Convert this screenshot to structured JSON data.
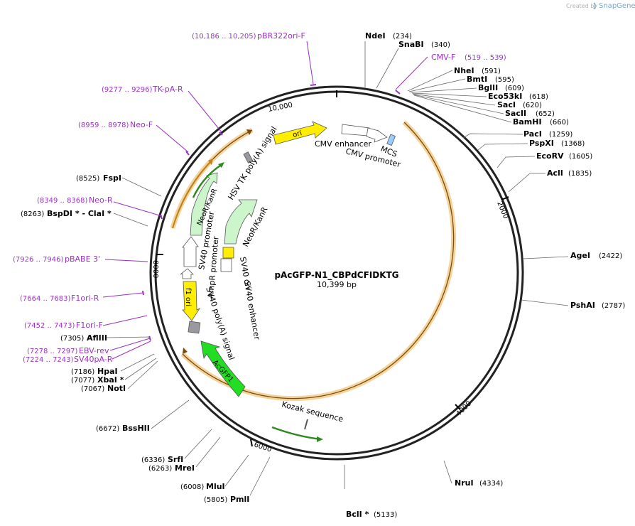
{
  "plasmid": {
    "name": "pAcGFP-N1_CBPdCFIDKTG",
    "size": "10,399 bp",
    "total_bp": 10399
  },
  "credit": {
    "text": "Created by",
    "brand": "SnapGene"
  },
  "ticks": [
    "2000",
    "4000",
    "6000",
    "8000",
    "10,000"
  ],
  "enzymes": [
    {
      "name": "NdeI",
      "pos": "(234)"
    },
    {
      "name": "SnaBI",
      "pos": "(340)"
    },
    {
      "name": "NheI",
      "pos": "(591)"
    },
    {
      "name": "BmtI",
      "pos": "(595)"
    },
    {
      "name": "BglII",
      "pos": "(609)"
    },
    {
      "name": "Eco53kI",
      "pos": "(618)"
    },
    {
      "name": "SacI",
      "pos": "(620)"
    },
    {
      "name": "SacII",
      "pos": "(652)"
    },
    {
      "name": "BamHI",
      "pos": "(660)"
    },
    {
      "name": "PacI",
      "pos": "(1259)"
    },
    {
      "name": "PspXI",
      "pos": "(1368)"
    },
    {
      "name": "EcoRV",
      "pos": "(1605)"
    },
    {
      "name": "AclI",
      "pos": "(1835)"
    },
    {
      "name": "AgeI",
      "pos": "(2422)"
    },
    {
      "name": "PshAI",
      "pos": "(2787)"
    },
    {
      "name": "NruI",
      "pos": "(4334)"
    },
    {
      "name": "BclI *",
      "pos": "(5133)"
    },
    {
      "name": "PmlI",
      "pos": "(5805)"
    },
    {
      "name": "MluI",
      "pos": "(6008)"
    },
    {
      "name": "MreI",
      "pos": "(6263)"
    },
    {
      "name": "SrfI",
      "pos": "(6336)"
    },
    {
      "name": "BssHII",
      "pos": "(6672)"
    },
    {
      "name": "NotI",
      "pos": "(7067)"
    },
    {
      "name": "XbaI *",
      "pos": "(7077)"
    },
    {
      "name": "HpaI",
      "pos": "(7186)"
    },
    {
      "name": "AflIII",
      "pos": "(7305)"
    },
    {
      "name": "BspDI * - ClaI *",
      "pos": "(8263)"
    },
    {
      "name": "FspI",
      "pos": "(8525)"
    }
  ],
  "primers": [
    {
      "name": "pBR322ori-F",
      "range": "(10,186 .. 10,205)"
    },
    {
      "name": "CMV-F",
      "range": "(519 .. 539)"
    },
    {
      "name": "TK-pA-R",
      "range": "(9277 .. 9296)"
    },
    {
      "name": "Neo-F",
      "range": "(8959 .. 8978)"
    },
    {
      "name": "Neo-R",
      "range": "(8349 .. 8368)"
    },
    {
      "name": "pBABE 3'",
      "range": "(7926 .. 7946)"
    },
    {
      "name": "F1ori-R",
      "range": "(7664 .. 7683)"
    },
    {
      "name": "F1ori-F",
      "range": "(7452 .. 7473)"
    },
    {
      "name": "EBV-rev",
      "range": "(7278 .. 7297)"
    },
    {
      "name": "SV40pA-R",
      "range": "(7224 .. 7243)"
    }
  ],
  "features": {
    "ori": "ori",
    "cmv_enhancer": "CMV enhancer",
    "cmv_promoter": "CMV promoter",
    "mcs": "MCS",
    "hsv_tk": "HSV TK poly(A) signal",
    "neo_outer": "NeoR/KanR",
    "neo_inner": "NeoR/KanR",
    "sv40_ori": "SV40 ori",
    "sv40_enhancer": "SV40 enhancer",
    "sv40_promoter": "SV40 promoter",
    "ampr_promoter": "AmpR promoter",
    "f1_ori": "f1 ori",
    "sv40_polya": "SV40 poly(A) signal",
    "acgfp1": "AcGFP1",
    "kozak": "Kozak sequence"
  },
  "colors": {
    "backbone": "#222222",
    "primer": "#9b30c8",
    "ori": "#ffee00",
    "gfp": "#22dd22",
    "neo": "#ccf5cc",
    "orf_highlight": "#f5d49a",
    "mcs": "#99ccff",
    "gray_box": "#999aa0"
  }
}
